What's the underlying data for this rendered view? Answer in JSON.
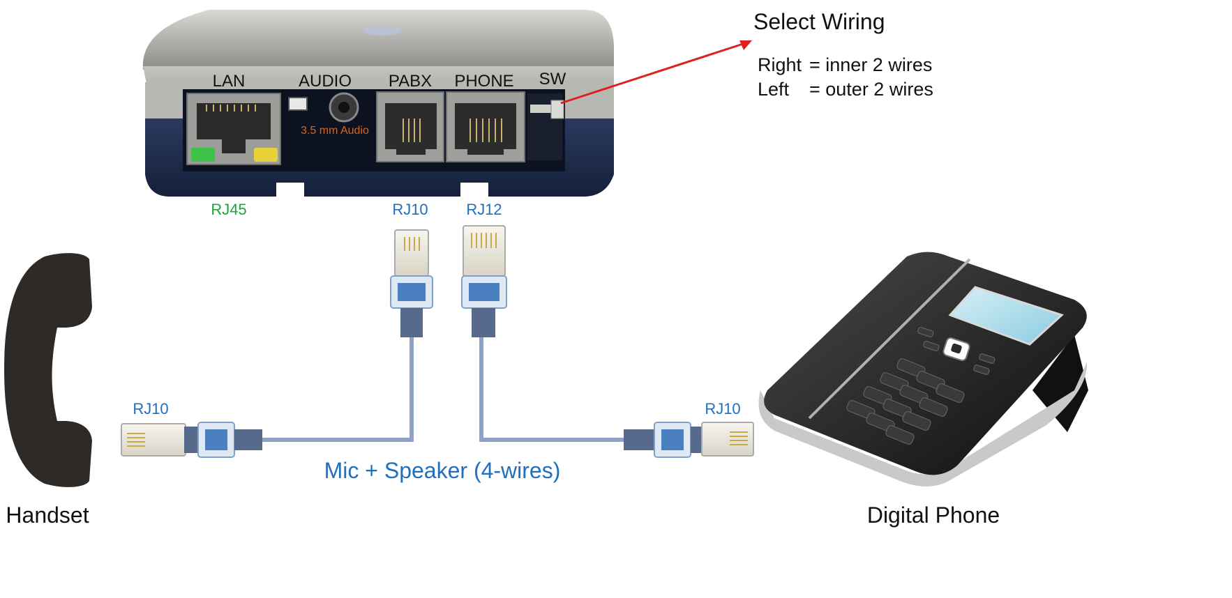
{
  "device": {
    "ports": {
      "lan": "LAN",
      "audio": "AUDIO",
      "pabx": "PABX",
      "phone": "PHONE",
      "sw": "SW"
    },
    "audio_jack_note": "3.5 mm Audio",
    "lan_connector": "RJ45"
  },
  "cable": {
    "pabx_plug": "RJ10",
    "phone_plug": "RJ12",
    "handset_plug": "RJ10",
    "digital_phone_plug": "RJ10",
    "description": "Mic + Speaker (4-wires)"
  },
  "wiring_note": {
    "title": "Select Wiring",
    "right_label": "Right",
    "right_value": "= inner 2 wires",
    "left_label": "Left",
    "left_value": "= outer 2 wires"
  },
  "devices": {
    "handset": "Handset",
    "digital_phone": "Digital Phone"
  },
  "colors": {
    "blue_text": "#1f6fbf",
    "green_text": "#1aa63a",
    "orange_text": "#d2691e",
    "arrow": "#e02020",
    "cable": "#8fa2c8"
  }
}
